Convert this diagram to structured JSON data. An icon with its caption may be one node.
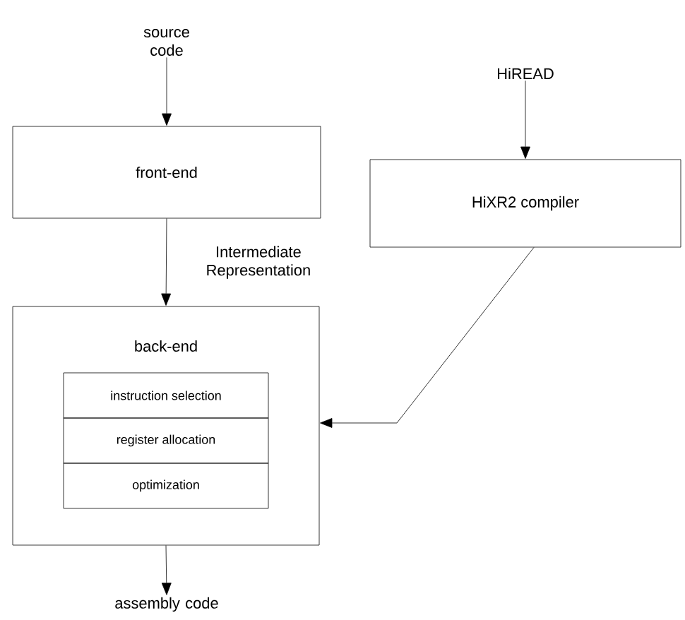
{
  "diagram": {
    "nodes": [
      {
        "text": [
          "source code"
        ]
      },
      {
        "text": [
          "front-end"
        ]
      },
      {
        "text": [
          "HiREAD"
        ]
      },
      {
        "text": [
          "HiXR2 compiler"
        ]
      },
      {
        "text": [
          "back-end"
        ]
      },
      {
        "text": [
          "instruction selection"
        ],
        "in": 4
      },
      {
        "text": [
          "register allocation"
        ],
        "in": 4
      },
      {
        "text": [
          "optimization"
        ],
        "in": 4
      },
      {
        "text": [
          "assembly code"
        ]
      }
    ],
    "edges": [
      {
        "from": 0,
        "to": 1,
        "arrow": "to"
      },
      {
        "from": 1,
        "to": 4,
        "arrow": "to",
        "label": "Intermediate Representation"
      },
      {
        "from": 2,
        "to": 3,
        "arrow": "to"
      },
      {
        "from": 3,
        "to": 4,
        "arrow": "to"
      },
      {
        "from": 4,
        "to": 8,
        "arrow": "to"
      }
    ]
  }
}
